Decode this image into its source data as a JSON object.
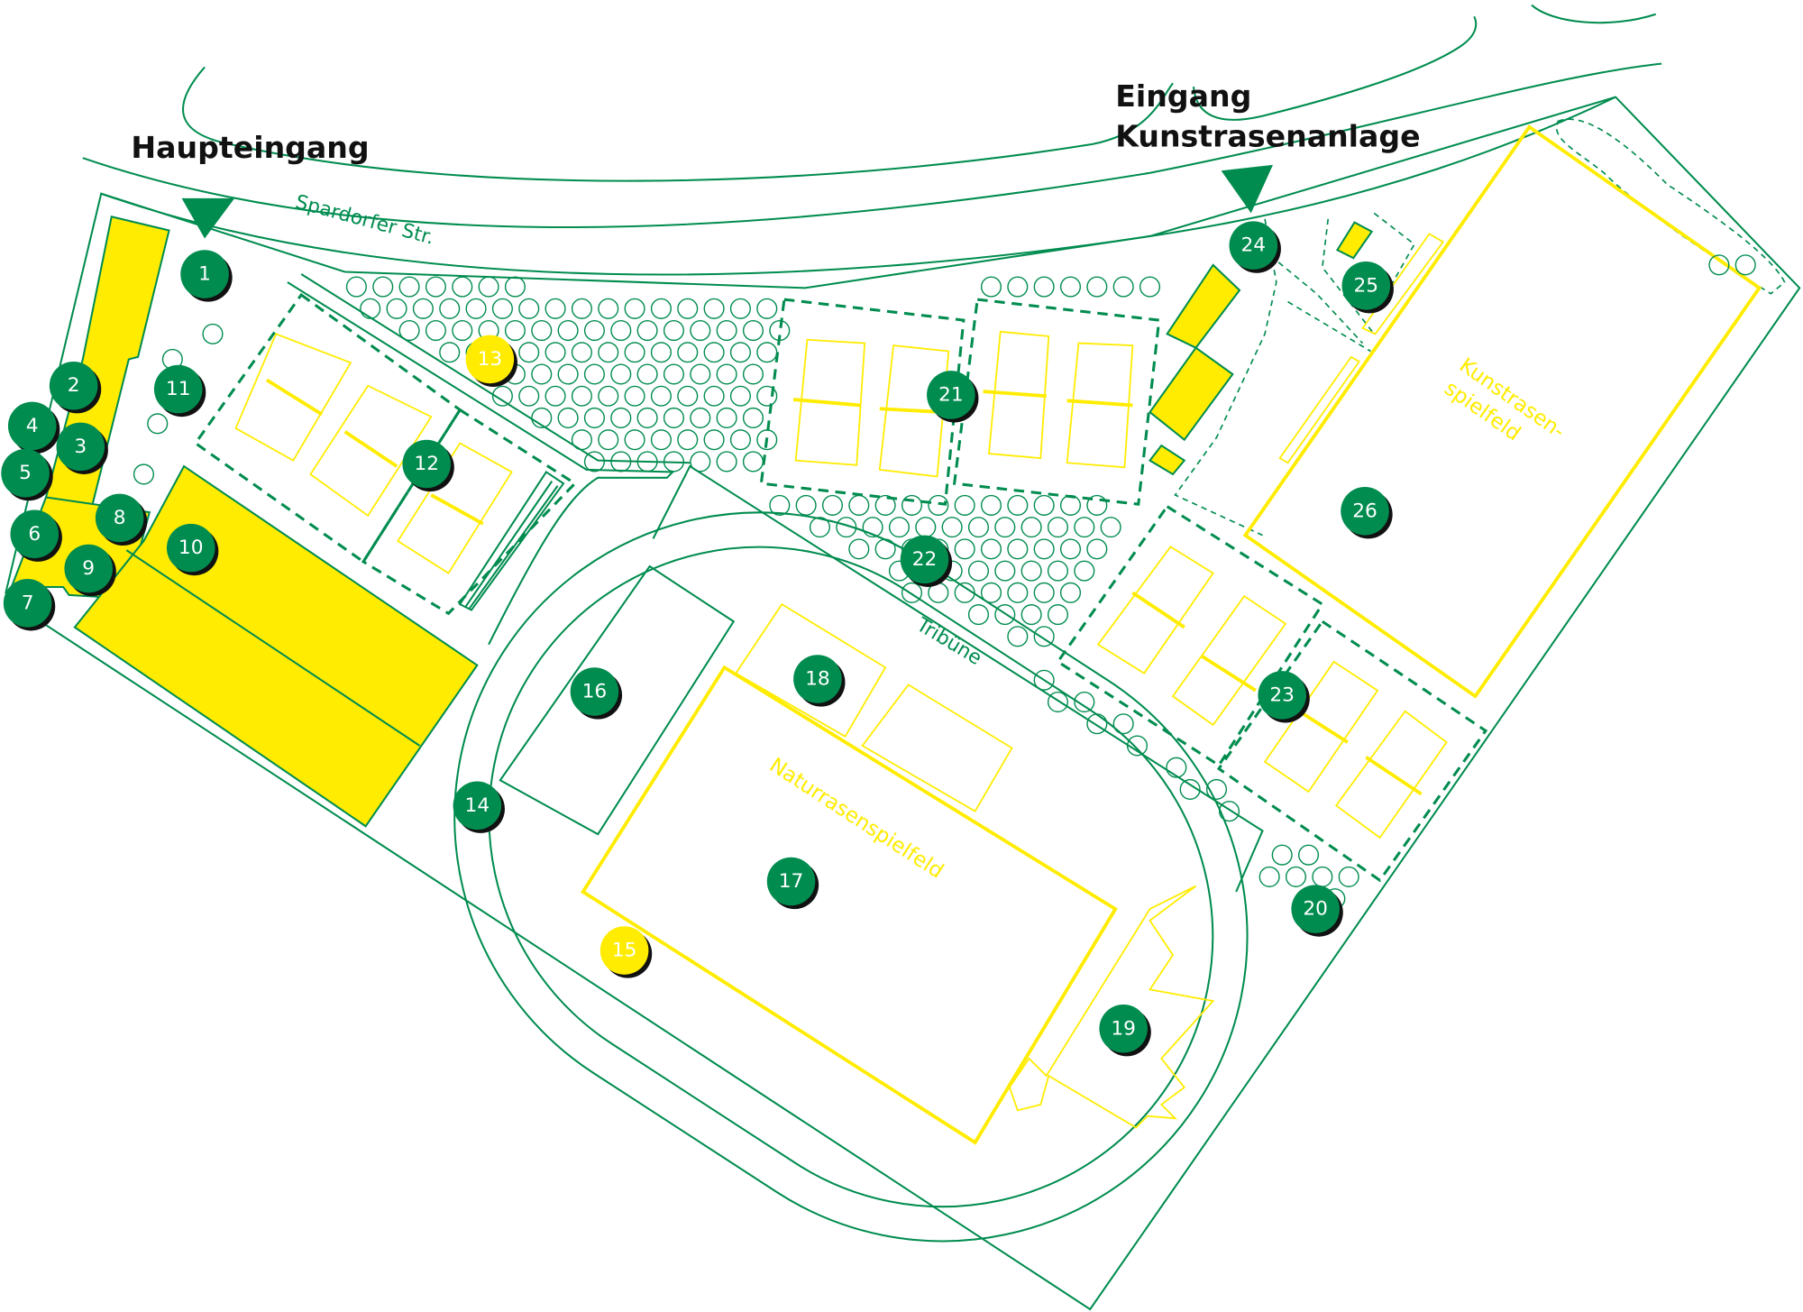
{
  "colors": {
    "green": "#008c4f",
    "yellow": "#ffec00",
    "shadow": "#111111"
  },
  "entrances": {
    "main": "Haupteingang",
    "secondary_line1": "Eingang",
    "secondary_line2": "Kunstrasenanlage"
  },
  "streets": {
    "spardorfer": "Spardorfer Str."
  },
  "areas": {
    "tribune": "Tribüne",
    "natural_field": "Naturrasenspielfeld",
    "artificial_field_line1": "Kunstrasen-",
    "artificial_field_line2": "spielfeld"
  },
  "markers": [
    {
      "label": "1",
      "color": "green"
    },
    {
      "label": "2",
      "color": "green"
    },
    {
      "label": "3",
      "color": "green"
    },
    {
      "label": "4",
      "color": "green"
    },
    {
      "label": "5",
      "color": "green"
    },
    {
      "label": "6",
      "color": "green"
    },
    {
      "label": "7",
      "color": "green"
    },
    {
      "label": "8",
      "color": "green"
    },
    {
      "label": "9",
      "color": "green"
    },
    {
      "label": "10",
      "color": "green"
    },
    {
      "label": "11",
      "color": "green"
    },
    {
      "label": "12",
      "color": "green"
    },
    {
      "label": "13",
      "color": "yellow"
    },
    {
      "label": "14",
      "color": "green"
    },
    {
      "label": "15",
      "color": "yellow"
    },
    {
      "label": "16",
      "color": "green"
    },
    {
      "label": "17",
      "color": "green"
    },
    {
      "label": "18",
      "color": "green"
    },
    {
      "label": "19",
      "color": "green"
    },
    {
      "label": "20",
      "color": "green"
    },
    {
      "label": "21",
      "color": "green"
    },
    {
      "label": "22",
      "color": "green"
    },
    {
      "label": "23",
      "color": "green"
    },
    {
      "label": "24",
      "color": "green"
    },
    {
      "label": "25",
      "color": "green"
    },
    {
      "label": "26",
      "color": "green"
    }
  ]
}
